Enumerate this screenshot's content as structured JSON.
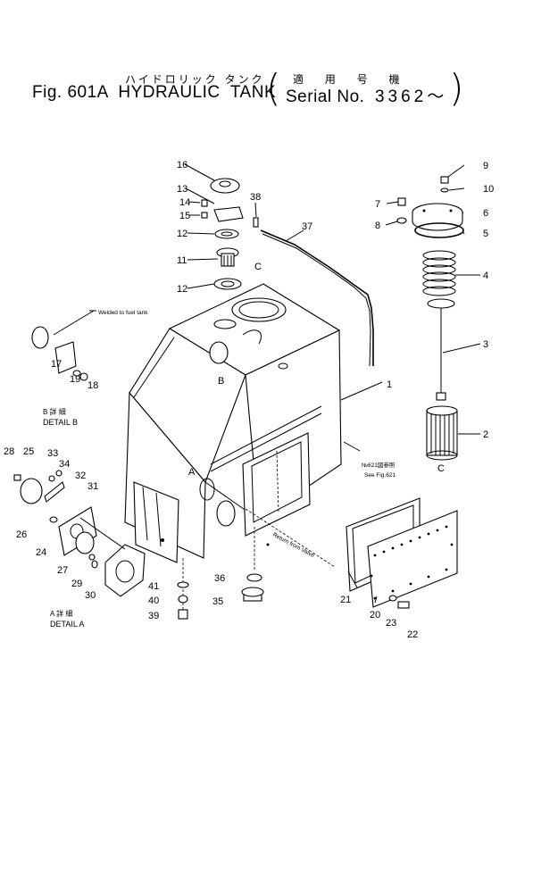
{
  "title": {
    "japanese_part_name": "ハイドロリック タンク",
    "japanese_applicability": "適 用 号 機",
    "figure_label": "Fig. 601A",
    "part_name": "HYDRAULIC  TANK",
    "serial_label": "Serial No.",
    "serial_value": "3362～"
  },
  "notes": {
    "welded": "Welded to fuel tank",
    "see_fig_jp": "№621図参照",
    "see_fig": "See Fig.621",
    "return": "Return from Valve"
  },
  "details": {
    "b_jp": "B  詳  細",
    "b": "DETAIL  B",
    "a_jp": "A  詳  細",
    "a": "DETAIL  A"
  },
  "view_markers": [
    "A",
    "B",
    "C",
    "C"
  ],
  "callouts": [
    "1",
    "2",
    "3",
    "4",
    "5",
    "6",
    "7",
    "8",
    "9",
    "10",
    "11",
    "12",
    "12",
    "13",
    "14",
    "15",
    "16",
    "17",
    "18",
    "19",
    "20",
    "21",
    "22",
    "23",
    "24",
    "25",
    "26",
    "27",
    "28",
    "29",
    "30",
    "31",
    "32",
    "33",
    "34",
    "35",
    "36",
    "37",
    "38",
    "39",
    "40",
    "41"
  ]
}
